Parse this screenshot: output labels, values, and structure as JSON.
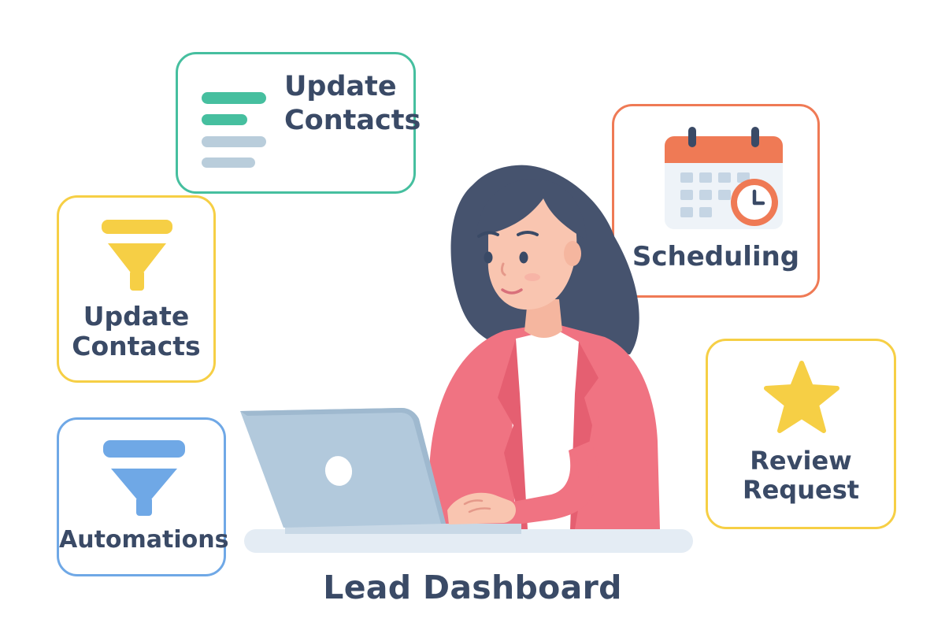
{
  "cards": {
    "update_contacts_top": {
      "line1": "Update",
      "line2": "Contacts",
      "icon": "list-lines-icon"
    },
    "update_contacts_left": {
      "line1": "Update",
      "line2": "Contacts",
      "icon": "funnel-icon"
    },
    "automations": {
      "label": "Automations",
      "icon": "funnel-icon"
    },
    "scheduling": {
      "label": "Scheduling",
      "icon": "calendar-clock-icon"
    },
    "review_request": {
      "line1": "Review",
      "line2": "Request",
      "icon": "star-icon"
    }
  },
  "footer": {
    "title": "Lead Dashboard"
  },
  "colors": {
    "teal": "#46bf9f",
    "yellow": "#f6cf45",
    "blue": "#6fa8e6",
    "orange": "#ef7a55",
    "text": "#3a4a66",
    "jacket": "#f07382",
    "hair": "#46536e",
    "laptop": "#b2c9dc"
  }
}
